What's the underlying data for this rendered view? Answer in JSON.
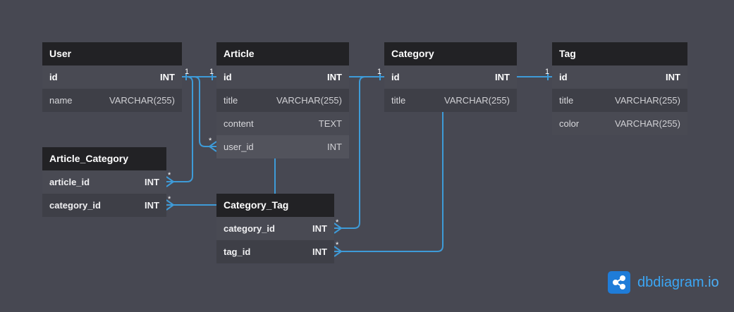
{
  "tables": {
    "user": {
      "name": "User",
      "fields": [
        {
          "name": "id",
          "type": "INT"
        },
        {
          "name": "name",
          "type": "VARCHAR(255)"
        }
      ]
    },
    "article": {
      "name": "Article",
      "fields": [
        {
          "name": "id",
          "type": "INT"
        },
        {
          "name": "title",
          "type": "VARCHAR(255)"
        },
        {
          "name": "content",
          "type": "TEXT"
        },
        {
          "name": "user_id",
          "type": "INT"
        }
      ]
    },
    "category": {
      "name": "Category",
      "fields": [
        {
          "name": "id",
          "type": "INT"
        },
        {
          "name": "title",
          "type": "VARCHAR(255)"
        }
      ]
    },
    "tag": {
      "name": "Tag",
      "fields": [
        {
          "name": "id",
          "type": "INT"
        },
        {
          "name": "title",
          "type": "VARCHAR(255)"
        },
        {
          "name": "color",
          "type": "VARCHAR(255)"
        }
      ]
    },
    "article_category": {
      "name": "Article_Category",
      "fields": [
        {
          "name": "article_id",
          "type": "INT"
        },
        {
          "name": "category_id",
          "type": "INT"
        }
      ]
    },
    "category_tag": {
      "name": "Category_Tag",
      "fields": [
        {
          "name": "category_id",
          "type": "INT"
        },
        {
          "name": "tag_id",
          "type": "INT"
        }
      ]
    }
  },
  "relationships": {
    "one": "1",
    "many": "*"
  },
  "brand": {
    "name": "dbdiagram",
    "domain": ".io",
    "icon": "share-nodes-icon"
  },
  "colors": {
    "background": "#474852",
    "header": "#222225",
    "connector": "#3e9bd8",
    "brand": "#1f7cd8"
  }
}
